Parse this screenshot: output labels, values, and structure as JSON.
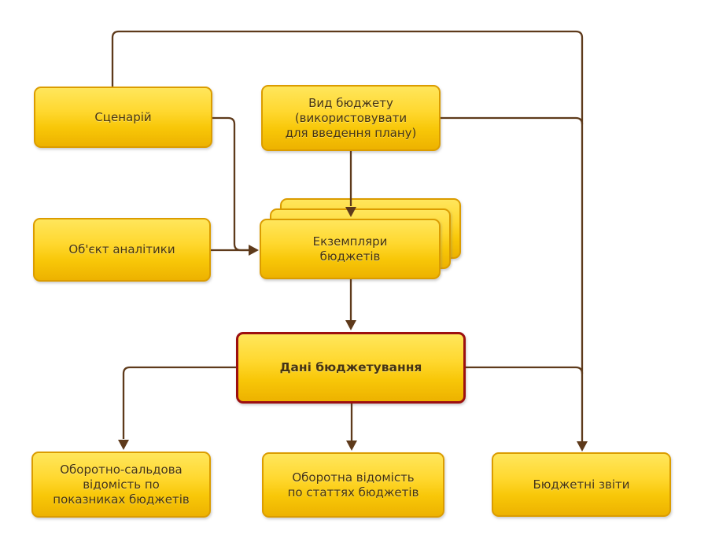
{
  "diagram": {
    "language": "uk",
    "nodes": {
      "scenario": {
        "label": "Сценарій"
      },
      "budget_type": {
        "label": "Вид бюджету\n(використовувати\nдля введення плану)"
      },
      "analytics_object": {
        "label": "Об'єкт аналітики"
      },
      "budget_instances": {
        "label": "Екземпляри\nбюджетів"
      },
      "budgeting_data": {
        "label": "Дані бюджетування"
      },
      "turnover_balance_sheet": {
        "label": "Оборотно-сальдова\nвідомість по\nпоказниках бюджетів"
      },
      "turnover_sheet_by_items": {
        "label": "Оборотна відомість\nпо статтях бюджетів"
      },
      "budget_reports": {
        "label": "Бюджетні звіти"
      }
    },
    "edges": [
      {
        "from": "scenario",
        "to": "budget_reports",
        "route": "up-over-top-right-down"
      },
      {
        "from": "budget_type",
        "to": "budget_reports",
        "route": "right-down"
      },
      {
        "from": "budget_type",
        "to": "budget_instances",
        "route": "down"
      },
      {
        "from": "scenario",
        "to": "budget_instances",
        "route": "right-down-right"
      },
      {
        "from": "analytics_object",
        "to": "budget_instances",
        "route": "right"
      },
      {
        "from": "budget_instances",
        "to": "budgeting_data",
        "route": "down"
      },
      {
        "from": "budgeting_data",
        "to": "turnover_balance_sheet",
        "route": "left-down"
      },
      {
        "from": "budgeting_data",
        "to": "turnover_sheet_by_items",
        "route": "down"
      },
      {
        "from": "budgeting_data",
        "to": "budget_reports",
        "route": "right-down"
      }
    ],
    "colors": {
      "node_fill_top": "#FFE65C",
      "node_fill_bottom": "#EDB200",
      "node_border": "#DB9C00",
      "highlight_border": "#9C0F10",
      "connector": "#5E3A1B",
      "text": "#463413",
      "background": "#FFFFFF"
    }
  }
}
